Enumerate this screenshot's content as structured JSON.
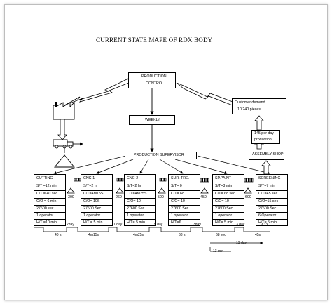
{
  "title": "CURRENT STATE MAPE OF RDX BODY",
  "production_control": {
    "line1": "PRODUCTION",
    "line2": "CONTROL"
  },
  "weekly_label": "WEEKLY",
  "production_supervisor": "PRODUCTION SUPERVISOR",
  "customer": {
    "line1": "Customer demand",
    "line2": "10,240 pieces"
  },
  "production_rate": {
    "line1": "145 per day",
    "line2": "production"
  },
  "assembly_shop": "ASSEMBLY SHOP",
  "processes": [
    {
      "name": "CUTTING",
      "rows": [
        "S/T =12 min",
        "C/T = 40 sec",
        "C/O = 6 min",
        "27600 sec",
        "1 operator",
        "H/T =10 min"
      ]
    },
    {
      "name": "CNC-1",
      "rows": [
        "S/T=2 hr",
        "C/T=4M15S",
        "C/O= 10S",
        "27600 Sec",
        "1 operator",
        "H/T = 5 min"
      ]
    },
    {
      "name": "CNC-2",
      "rows": [
        "S/T=2 hr",
        "C/T=4M25S",
        "C/O= 10",
        "27600 Sec",
        "1 operator",
        "H/T= 5 min"
      ]
    },
    {
      "name": "SUR. TRE.",
      "rows": [
        "S/T= 0",
        "C/T= 68",
        "C/O= 10",
        "27600 Sec",
        "1 operator",
        "H/T=6"
      ]
    },
    {
      "name": "SP.PAINT",
      "rows": [
        "S/T=3 min",
        "C/T= 68 sec",
        "C/O= 10",
        "27600 Sec",
        "1 operator",
        "H/T= 5 min"
      ]
    },
    {
      "name": "SCREENING",
      "rows": [
        "S/T=7 min",
        "C/T=45 sec",
        "C/O=15 sec",
        "27600 Sec",
        "6 Operator",
        "H/T= 5 min"
      ]
    }
  ],
  "inventory": [
    "300",
    "260",
    "500",
    "450",
    "600"
  ],
  "timeline": {
    "days": [
      "2day",
      "1 day",
      "5 day",
      "3day",
      "3 day",
      "4.13"
    ],
    "times": [
      "40 s",
      "4m15s",
      "4m25s",
      "68 s",
      "68 sec",
      "45s"
    ],
    "total_days": "13 day",
    "total_time": "13 min"
  }
}
